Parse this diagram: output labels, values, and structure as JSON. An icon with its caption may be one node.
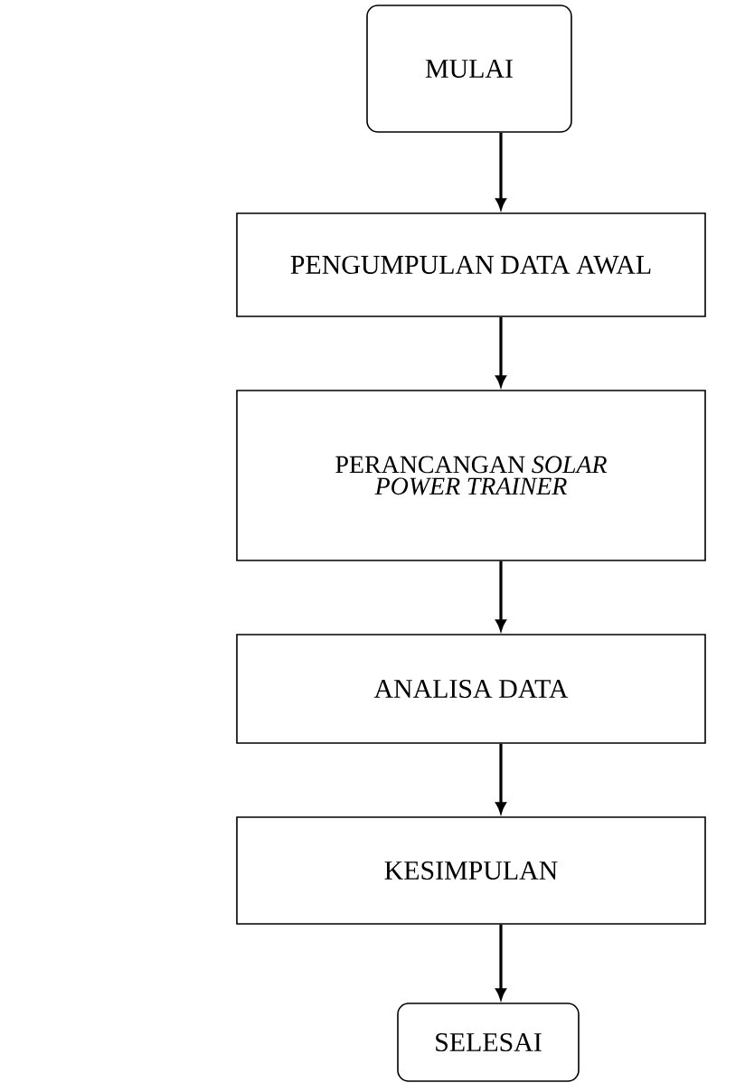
{
  "diagram": {
    "nodes": [
      {
        "text": [
          "MULAI"
        ]
      },
      {
        "text": [
          "PENGUMPULAN DATA AWAL"
        ]
      },
      {
        "text": [
          "PERANCANGAN *SOLAR POWER TRAINER*"
        ]
      },
      {
        "text": [
          "ANALISA DATA"
        ]
      },
      {
        "text": [
          "KESIMPULAN"
        ]
      },
      {
        "text": [
          "SELESAI"
        ]
      }
    ],
    "edges": [
      {
        "from": 0,
        "to": 1,
        "arrow": "to"
      },
      {
        "from": 1,
        "to": 2,
        "arrow": "to"
      },
      {
        "from": 2,
        "to": 3,
        "arrow": "to"
      },
      {
        "from": 3,
        "to": 4,
        "arrow": "to"
      },
      {
        "from": 4,
        "to": 5,
        "arrow": "to"
      }
    ]
  }
}
